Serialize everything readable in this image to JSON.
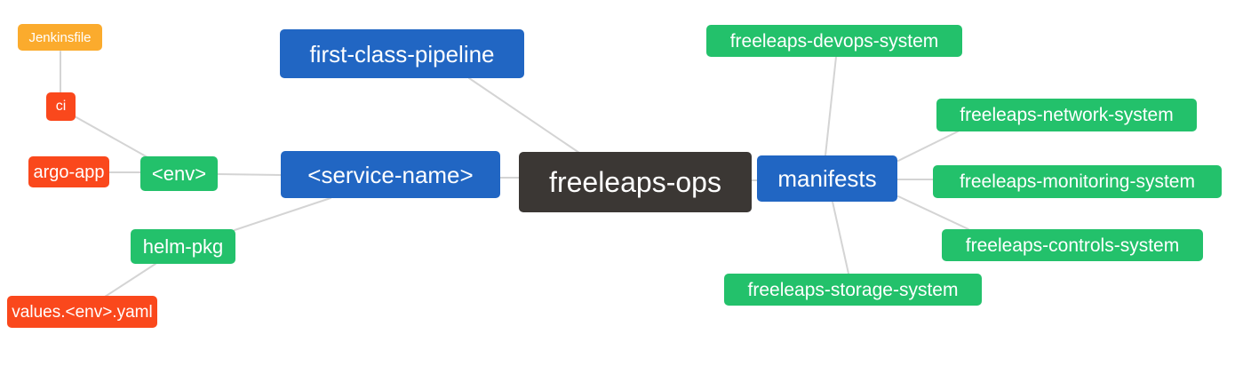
{
  "palette": {
    "blue": "#2166c3",
    "green": "#23c16b",
    "red": "#fa481c",
    "orange": "#fbab2d",
    "dark": "#3b3734",
    "edge": "#d4d4d4",
    "background": "#ffffff",
    "text": "#ffffff"
  },
  "diagram": {
    "type": "mindmap",
    "root_label": "freeleaps-ops",
    "nodes": [
      {
        "id": "jenkinsfile",
        "label": "Jenkinsfile",
        "color": "orange"
      },
      {
        "id": "ci",
        "label": "ci",
        "color": "red"
      },
      {
        "id": "argo-app",
        "label": "argo-app",
        "color": "red"
      },
      {
        "id": "env",
        "label": "<env>",
        "color": "green"
      },
      {
        "id": "service-name",
        "label": "<service-name>",
        "color": "blue"
      },
      {
        "id": "first-class-pipeline",
        "label": "first-class-pipeline",
        "color": "blue"
      },
      {
        "id": "freeleaps-ops",
        "label": "freeleaps-ops",
        "color": "dark"
      },
      {
        "id": "manifests",
        "label": "manifests",
        "color": "blue"
      },
      {
        "id": "freeleaps-devops-system",
        "label": "freeleaps-devops-system",
        "color": "green"
      },
      {
        "id": "freeleaps-network-system",
        "label": "freeleaps-network-system",
        "color": "green"
      },
      {
        "id": "freeleaps-monitoring-system",
        "label": "freeleaps-monitoring-system",
        "color": "green"
      },
      {
        "id": "freeleaps-controls-system",
        "label": "freeleaps-controls-system",
        "color": "green"
      },
      {
        "id": "freeleaps-storage-system",
        "label": "freeleaps-storage-system",
        "color": "green"
      },
      {
        "id": "helm-pkg",
        "label": "helm-pkg",
        "color": "green"
      },
      {
        "id": "values-env-yaml",
        "label": "values.<env>.yaml",
        "color": "red"
      }
    ],
    "edges": [
      {
        "from": "jenkinsfile",
        "to": "ci"
      },
      {
        "from": "ci",
        "to": "env"
      },
      {
        "from": "argo-app",
        "to": "env"
      },
      {
        "from": "env",
        "to": "service-name"
      },
      {
        "from": "service-name",
        "to": "helm-pkg"
      },
      {
        "from": "helm-pkg",
        "to": "values-env-yaml"
      },
      {
        "from": "service-name",
        "to": "freeleaps-ops"
      },
      {
        "from": "first-class-pipeline",
        "to": "freeleaps-ops"
      },
      {
        "from": "freeleaps-ops",
        "to": "manifests"
      },
      {
        "from": "freeleaps-devops-system",
        "to": "manifests"
      },
      {
        "from": "manifests",
        "to": "freeleaps-network-system"
      },
      {
        "from": "manifests",
        "to": "freeleaps-monitoring-system"
      },
      {
        "from": "manifests",
        "to": "freeleaps-controls-system"
      },
      {
        "from": "manifests",
        "to": "freeleaps-storage-system"
      }
    ]
  }
}
